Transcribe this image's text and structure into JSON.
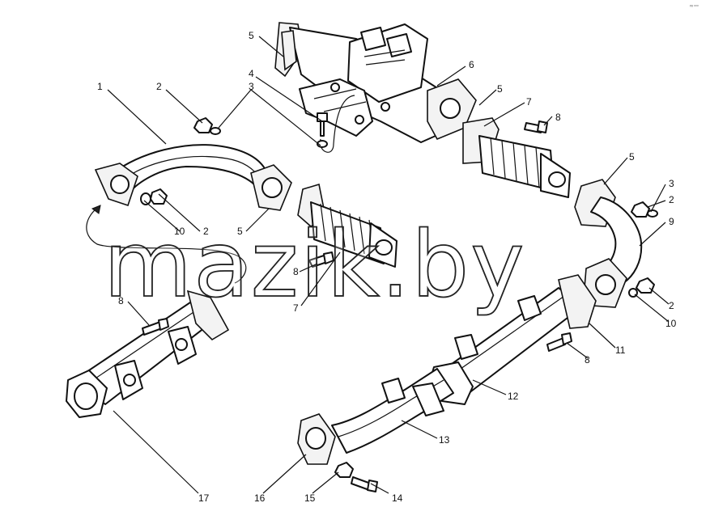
{
  "watermark": "mazik.by",
  "corner_mark": "ᵖᵍ ᵒᵒᵒ",
  "callouts": {
    "c1": "1",
    "c2a": "2",
    "c3a": "3",
    "c4": "4",
    "c5a": "5",
    "c6": "6",
    "c5b": "5",
    "c7a": "7",
    "c8a": "8",
    "c2b": "2",
    "c10a": "10",
    "c5c": "5",
    "c8b": "8",
    "c7b": "7",
    "c8c": "8",
    "c5d": "5",
    "c3b": "3",
    "c2c": "2",
    "c9": "9",
    "c2d": "2",
    "c10b": "10",
    "c11": "11",
    "c8d": "8",
    "c12": "12",
    "c13": "13",
    "c17": "17",
    "c16": "16",
    "c15": "15",
    "c14": "14"
  }
}
